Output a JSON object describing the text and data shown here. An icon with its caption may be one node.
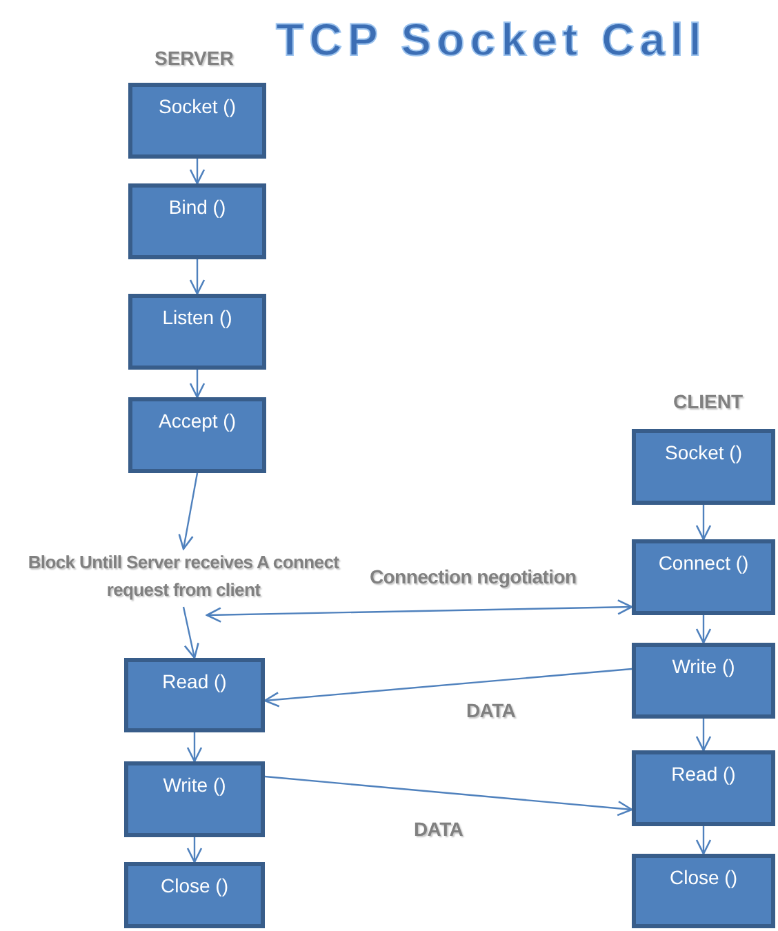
{
  "diagram": {
    "title": "TCP Socket Call",
    "nodes": [
      {
        "text": [
          "Socket ()"
        ]
      },
      {
        "text": [
          "Bind ()"
        ]
      },
      {
        "text": [
          "Listen ()"
        ]
      },
      {
        "text": [
          "Accept ()"
        ]
      },
      {
        "text": [
          "Block Untill Server receives A connect request from client"
        ]
      },
      {
        "text": [
          "Read ()"
        ]
      },
      {
        "text": [
          "Write ()"
        ]
      },
      {
        "text": [
          "Close ()"
        ]
      },
      {
        "text": [
          "Socket ()"
        ]
      },
      {
        "text": [
          "Connect ()"
        ]
      },
      {
        "text": [
          "Write ()"
        ]
      },
      {
        "text": [
          "Read ()"
        ]
      },
      {
        "text": [
          "Close ()"
        ]
      }
    ],
    "edges": [
      {
        "from": 0,
        "to": 1,
        "arrow": "to"
      },
      {
        "from": 1,
        "to": 2,
        "arrow": "to"
      },
      {
        "from": 2,
        "to": 3,
        "arrow": "to"
      },
      {
        "from": 3,
        "to": 4,
        "arrow": "to"
      },
      {
        "from": 4,
        "to": 5,
        "arrow": "to"
      },
      {
        "from": 5,
        "to": 6,
        "arrow": "to"
      },
      {
        "from": 6,
        "to": 7,
        "arrow": "to"
      },
      {
        "from": 8,
        "to": 9,
        "arrow": "to"
      },
      {
        "from": 9,
        "to": 10,
        "arrow": "to"
      },
      {
        "from": 10,
        "to": 11,
        "arrow": "to"
      },
      {
        "from": 11,
        "to": 12,
        "arrow": "to"
      },
      {
        "from": 4,
        "to": 9,
        "arrow": "both",
        "label": "Connection negotiation"
      },
      {
        "from": 10,
        "to": 5,
        "arrow": "to",
        "label": "DATA"
      },
      {
        "from": 6,
        "to": 11,
        "arrow": "to",
        "label": "DATA"
      }
    ],
    "labels": [
      "SERVER",
      "CLIENT"
    ]
  }
}
